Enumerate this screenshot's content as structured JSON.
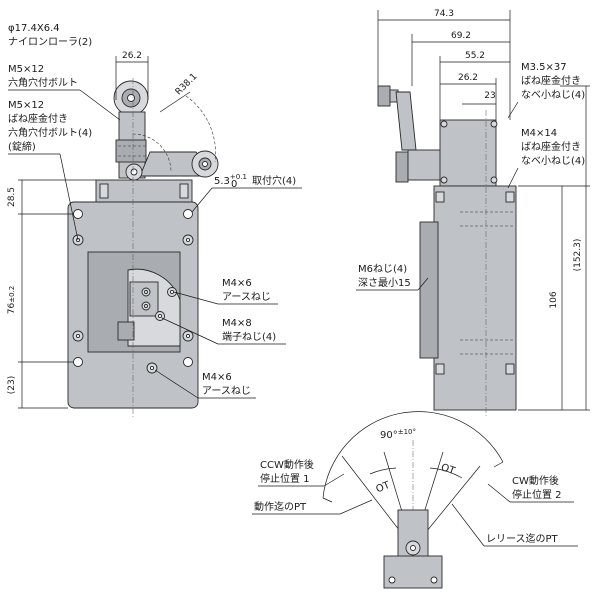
{
  "front_view": {
    "roller": "φ17.4X6.4",
    "roller_note": "ナイロンローラ(2)",
    "dim_top_width": "26.2",
    "radius": "R38.1",
    "bolt1": "M5×12",
    "bolt1_note": "六角穴付ボルト",
    "bolt2": "M5×12",
    "bolt2_note1": "ばね座金付き",
    "bolt2_note2": "六角穴付ボルト(4)",
    "bolt2_note3": "(錠締)",
    "mount_hole_val": "5.3",
    "mount_hole_tol_up": "+0.1",
    "mount_hole_tol_dn": "0",
    "mount_hole_note": "取付穴(4)",
    "dim_upper": "28.5",
    "dim_middle": "76",
    "dim_middle_tol": "±0.2",
    "dim_lower": "(23)",
    "screw1": "M4×6",
    "screw1_note": "アースねじ",
    "screw2": "M4×8",
    "screw2_note": "端子ねじ(4)",
    "screw3": "M4×6",
    "screw3_note": "アースねじ"
  },
  "side_view": {
    "dim_74": "74.3",
    "dim_69": "69.2",
    "dim_55": "55.2",
    "dim_26": "26.2",
    "dim_23": "23",
    "screw_a": "M3.5×37",
    "screw_a_note1": "ばね座金付き",
    "screw_a_note2": "なべ小ねじ(4)",
    "screw_b": "M4×14",
    "screw_b_note1": "ばね座金付き",
    "screw_b_note2": "なべ小ねじ(4)",
    "thread": "M6ねじ(4)",
    "thread_note": "深さ最小15",
    "dim_106": "106",
    "dim_152": "(152.3)"
  },
  "operation_view": {
    "angle": "90°",
    "angle_tol": "±10°",
    "ot_left": "OT",
    "ot_right": "OT",
    "ccw_note1": "CCW動作後",
    "ccw_note2": "停止位置 1",
    "cw_note1": "CW動作後",
    "cw_note2": "停止位置 2",
    "pt_left": "動作迄のPT",
    "pt_right": "レリース迄のPT"
  }
}
